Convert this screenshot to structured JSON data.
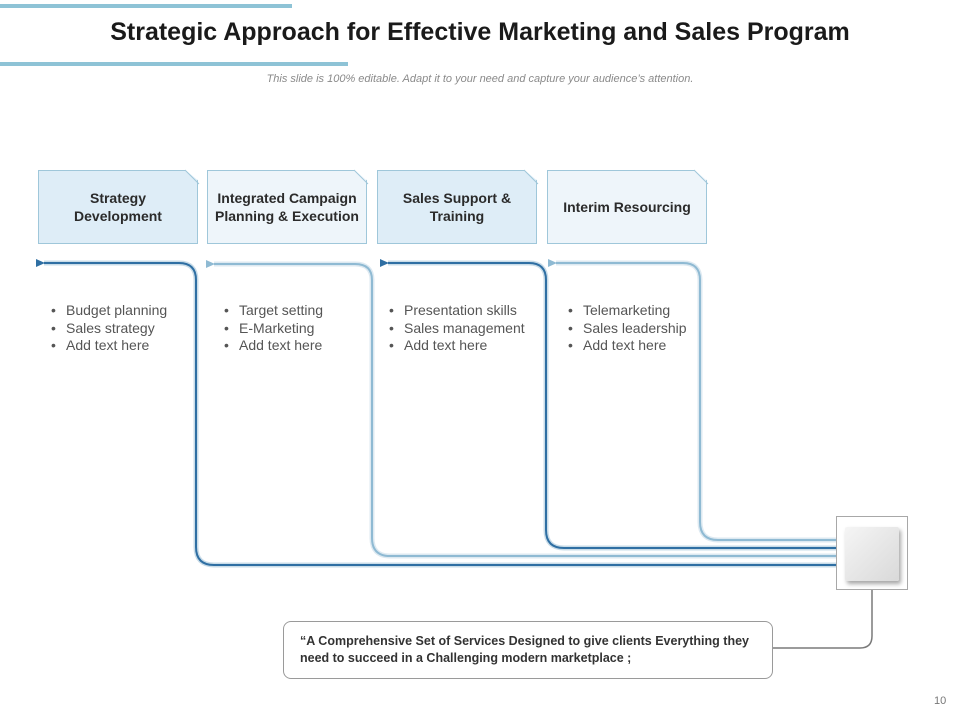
{
  "slide": {
    "title": "Strategic Approach for Effective Marketing and Sales Program",
    "subtitle": "This slide is 100% editable. Adapt it to your need and capture your audience’s attention.",
    "page_number": "10"
  },
  "cards": [
    {
      "title": "Strategy Development",
      "bullets": [
        "Budget planning",
        "Sales strategy",
        "Add text here"
      ]
    },
    {
      "title": "Integrated Campaign Planning & Execution",
      "bullets": [
        "Target setting",
        "E-Marketing",
        "Add text here"
      ]
    },
    {
      "title": "Sales Support & Training",
      "bullets": [
        "Presentation skills",
        "Sales management",
        "Add text here"
      ]
    },
    {
      "title": "Interim Resourcing",
      "bullets": [
        "Telemarketing",
        "Sales leadership",
        "Add text here"
      ]
    }
  ],
  "quote": "“A Comprehensive Set of Services Designed to give clients Everything they need to succeed in a  Challenging modern marketplace ;",
  "colors": {
    "accent": "#8ec3d6",
    "dark_arrow": "#2f6fa3",
    "light_arrow": "#8fbad3",
    "card_dark": "#deedf7",
    "card_light": "#eef5fa"
  }
}
